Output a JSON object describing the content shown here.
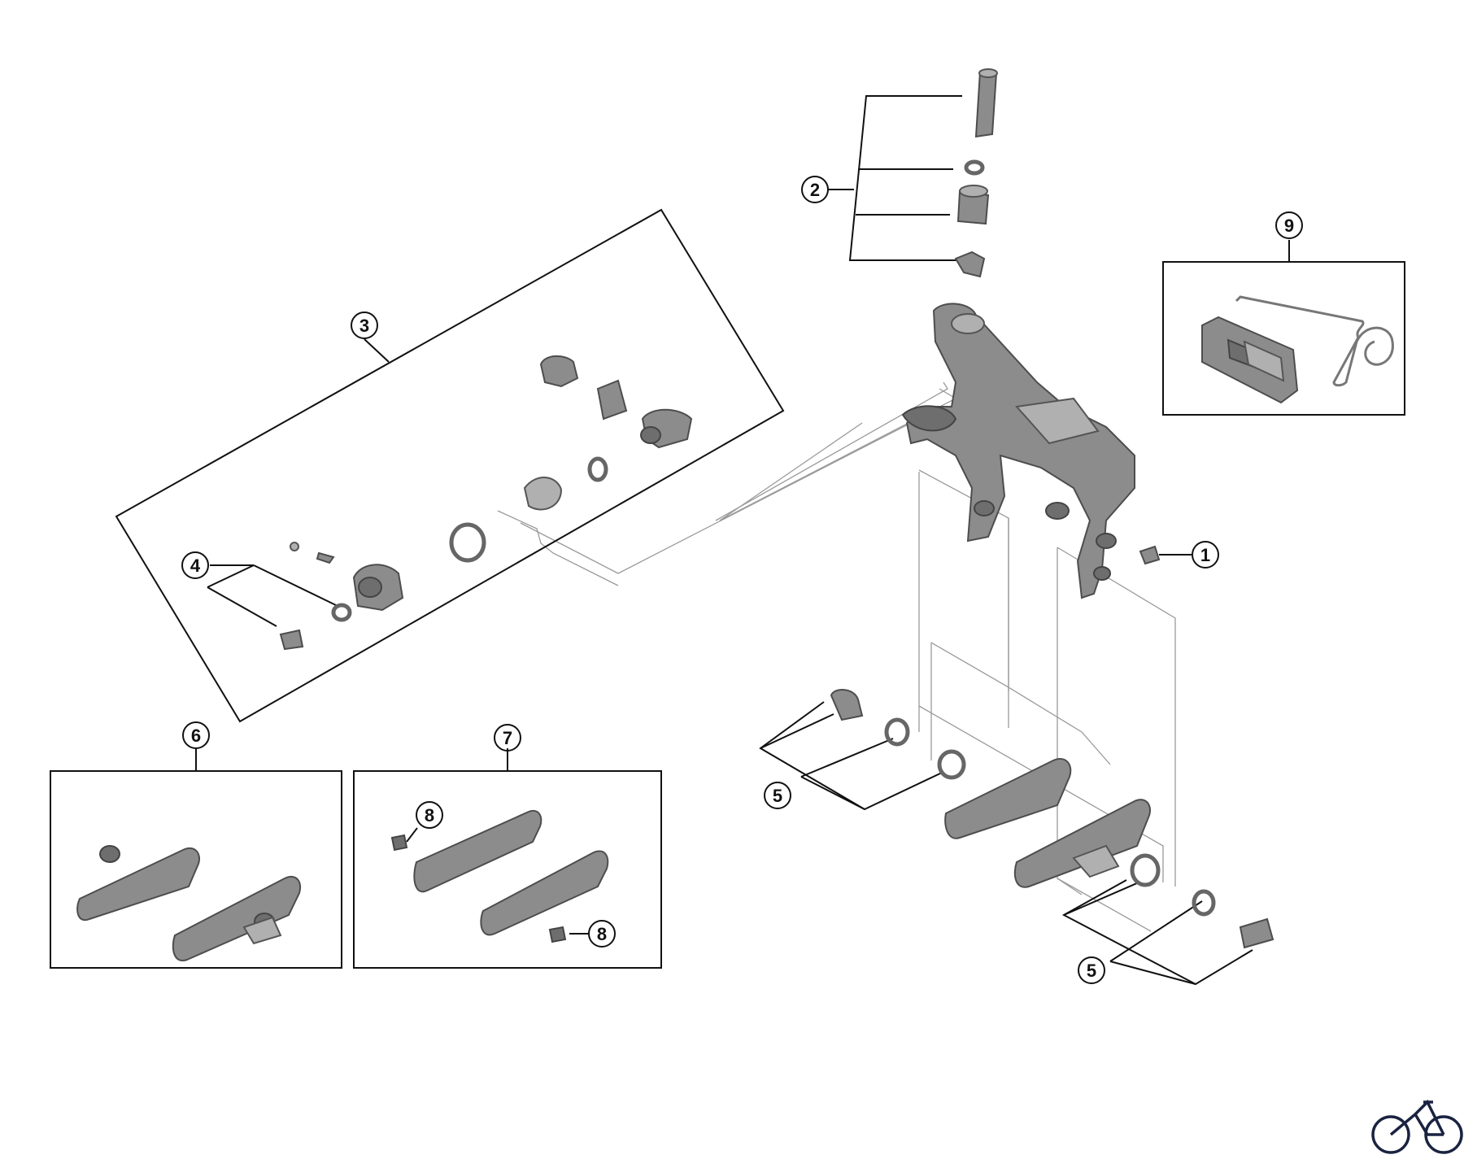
{
  "callouts": {
    "c1": "1",
    "c2": "2",
    "c3": "3",
    "c4": "4",
    "c5a": "5",
    "c5b": "5",
    "c6": "6",
    "c7": "7",
    "c8a": "8",
    "c8b": "8",
    "c9": "9"
  },
  "icons": {
    "logo": "bicycle-icon"
  }
}
